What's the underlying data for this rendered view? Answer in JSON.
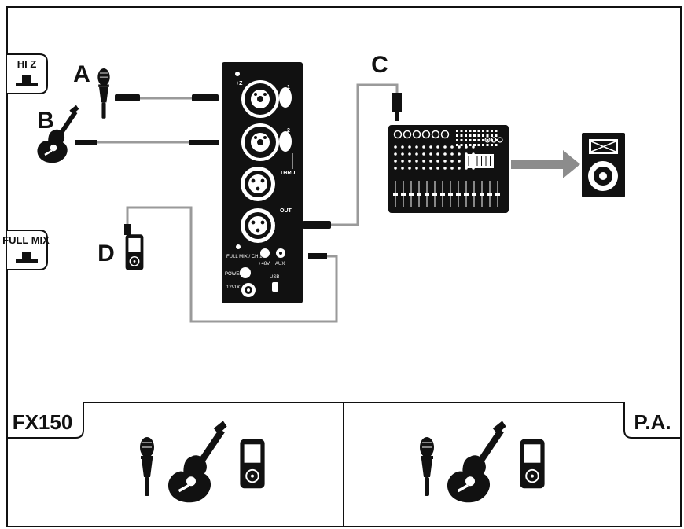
{
  "colors": {
    "ink": "#111111",
    "cable": "#9a9a9a",
    "arrow": "#8c8c8c",
    "paper": "#ffffff"
  },
  "labels": {
    "a": "A",
    "b": "B",
    "c": "C",
    "d": "D"
  },
  "switches": {
    "hiz": "HI Z",
    "fullmix": "FULL MIX"
  },
  "unit_panel": {
    "thru": "THRU",
    "out": "OUT",
    "input1": "1",
    "input2": "2",
    "fullmix_ch1": "FULL MIX / CH 1",
    "plus48v": "+48V",
    "aux": "AUX",
    "power": "POWER",
    "usb": "USB",
    "dc": "12VDC"
  },
  "footer": {
    "left_title": "FX150",
    "right_title": "P.A."
  },
  "icons": {
    "mic": "microphone-icon",
    "guitar": "acoustic-guitar-icon",
    "player": "media-player-icon",
    "mixer": "mixer-console-icon",
    "speaker": "pa-speaker-icon"
  }
}
